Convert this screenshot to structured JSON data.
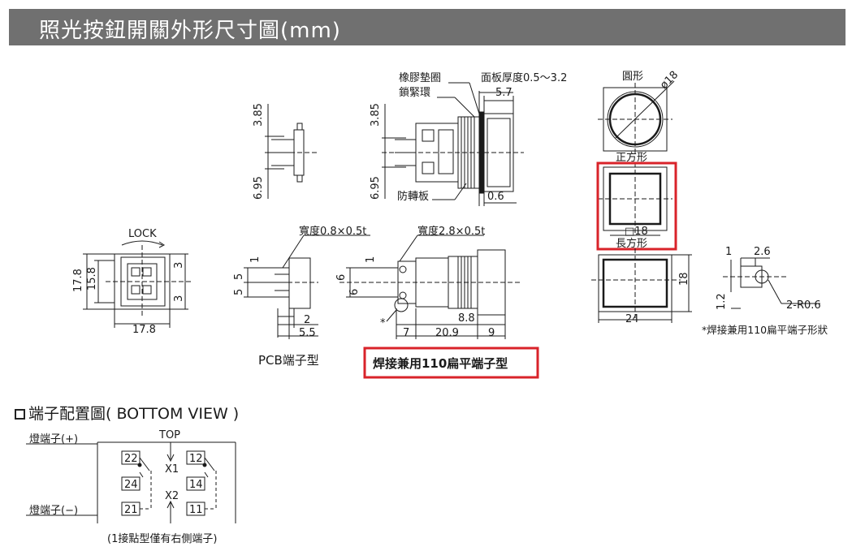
{
  "title": "照光按鈕開關外形尺寸圖(mm)",
  "labels": {
    "rubber_gasket": "橡膠墊圈",
    "lock_ring": "鎖緊環",
    "panel_thickness": "面板厚度0.5〜3.2",
    "anti_rotation": "防轉板",
    "round": "圓形",
    "square": "正方形",
    "rect": "長方形",
    "lock": "LOCK",
    "width_pcb": "寬度0.8×0.5t",
    "width_tab": "寬度2.8×0.5t"
  },
  "dimensions": {
    "d385a": "3.85",
    "d695a": "6.95",
    "d385b": "3.85",
    "d695b": "6.95",
    "d57": "5.7",
    "d06": "0.6",
    "phi18": "ø18",
    "sq18": "□18",
    "d178v": "17.8",
    "d158": "15.8",
    "d3a": "3",
    "d3b": "3",
    "d178h": "17.8",
    "d1a": "1",
    "d5a": "5",
    "d5b": "5",
    "d2": "2",
    "d55": "5.5",
    "d1b": "1",
    "d6a": "6",
    "d6b": "6",
    "d88": "8.8",
    "d7": "7",
    "d209": "20.9",
    "d9": "9",
    "d18": "18",
    "d24": "24",
    "d1c": "1",
    "d26": "2.6",
    "d12": "1.2",
    "r06": "2-R0.6"
  },
  "captions": {
    "pcb": "PCB端子型",
    "weld": "焊接兼用110扁平端子型",
    "weld_note": "*焊接兼用110扁平端子形狀"
  },
  "terminal": {
    "heading": "端子配置圖( BOTTOM VIEW )",
    "top": "TOP",
    "lamp_plus": "燈端子(+)",
    "lamp_minus": "燈端子(−)",
    "t22": "22",
    "t12": "12",
    "t24": "24",
    "t14": "14",
    "t21": "21",
    "t11": "11",
    "x1": "X1",
    "x2": "X2",
    "note": "(1接點型僅有右側端子)"
  },
  "colors": {
    "title_bg": "#707070",
    "highlight": "#d9232a"
  }
}
